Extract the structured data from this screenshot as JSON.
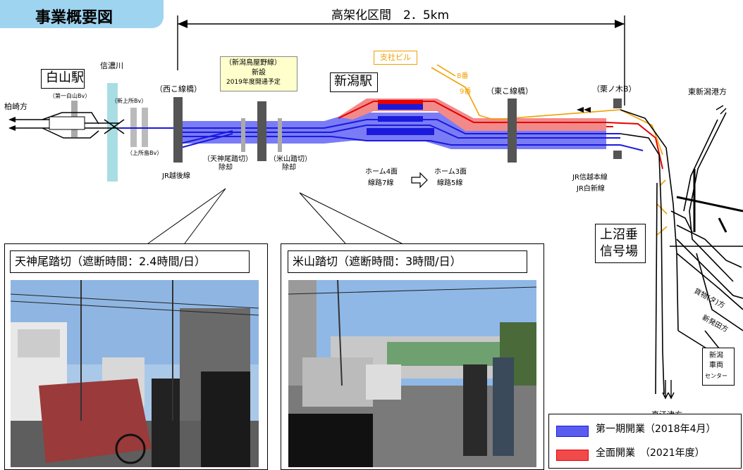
{
  "header": {
    "title": "事業概要図"
  },
  "elevated": {
    "label": "高架化区間　2．5km"
  },
  "stations": {
    "hakusan": "白山駅",
    "niigata": "新潟駅",
    "kamunuma": [
      "上沼垂",
      "信号場"
    ]
  },
  "labels": {
    "shinanogawa": "信濃川",
    "kashiwazaki": "柏崎方",
    "higashi_niigata_port": "東新潟港方",
    "naoetsu": "直江津方",
    "dai1_hakusan": "（第一白山Bv）",
    "shin_kamisho": "（新上所Bv）",
    "kamisho_jima": "（上所島Bv）",
    "nishiko": "（西こ線橋）",
    "higashiko": "（東こ線橋）",
    "kurinoki": "（栗ノ木B）",
    "jr_echigo": "JR越後線",
    "tenjinbi_crossing": [
      "（天神尾踏切）",
      "除却"
    ],
    "komeyama_crossing": [
      "（米山踏切）",
      "除却"
    ],
    "shisha_bldg": "支社ビル",
    "track8": "8番",
    "track9": "9番",
    "platform_before": [
      "ホーム4面",
      "線路7線"
    ],
    "platform_after": [
      "ホーム3面",
      "線路5線"
    ],
    "jr_shinetsu": "JR信越本線",
    "jr_hakushin": "JR白新線",
    "freight": "貨物(タ)方",
    "shibata": "新発田方",
    "depot": [
      "新潟",
      "車両",
      "センター"
    ]
  },
  "new_line": [
    "（新潟鳥屋野線）",
    "新設",
    "2019年度開通予定"
  ],
  "photos": [
    {
      "title": "天神尾踏切（遮断時間：2.4時間/日）"
    },
    {
      "title": "米山踏切（遮断時間：3時間/日）"
    }
  ],
  "legend": [
    {
      "label": "第一期開業（2018年4月）",
      "color": "#5a5cf0"
    },
    {
      "label": "全面開業　（2021年度）",
      "color": "#f04a4a"
    }
  ],
  "colors": {
    "blue": "#1a1adc",
    "red": "#e60000",
    "orange": "#f0a000",
    "blue_band": "#7a7cf6",
    "red_band": "#f28a8a",
    "river": "#a9dde4"
  }
}
